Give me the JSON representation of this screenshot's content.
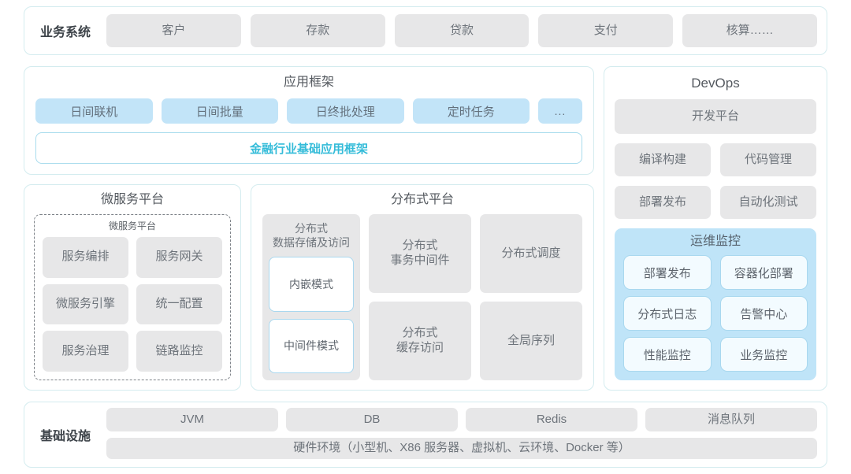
{
  "business_system": {
    "label": "业务系统",
    "items": [
      "客户",
      "存款",
      "贷款",
      "支付",
      "核算……"
    ]
  },
  "app_framework": {
    "title": "应用框架",
    "chips": [
      "日间联机",
      "日间批量",
      "日终批处理",
      "定时任务",
      "..."
    ],
    "banner": "金融行业基础应用框架"
  },
  "microservice_platform": {
    "title": "微服务平台",
    "inner_title": "微服务平台",
    "items": [
      "服务编排",
      "服务网关",
      "微服务引擎",
      "统一配置",
      "服务治理",
      "链路监控"
    ]
  },
  "distributed_platform": {
    "title": "分布式平台",
    "left_column": {
      "caption": "分布式\n数据存储及访问",
      "caption_line1": "分布式",
      "caption_line2": "数据存储及访问",
      "modes": [
        "内嵌模式",
        "中间件模式"
      ]
    },
    "grid": [
      {
        "line1": "分布式",
        "line2": "事务中间件"
      },
      {
        "line1": "分布式调度",
        "line2": ""
      },
      {
        "line1": "分布式",
        "line2": "缓存访问"
      },
      {
        "line1": "全局序列",
        "line2": ""
      }
    ]
  },
  "devops": {
    "title": "DevOps",
    "platform": "开发平台",
    "pairs": [
      "编译构建",
      "代码管理",
      "部署发布",
      "自动化测试"
    ],
    "ops_monitor": {
      "title": "运维监控",
      "items": [
        "部署发布",
        "容器化部署",
        "分布式日志",
        "告警中心",
        "性能监控",
        "业务监控"
      ]
    }
  },
  "infrastructure": {
    "label": "基础设施",
    "items": [
      "JVM",
      "DB",
      "Redis",
      "消息队列"
    ],
    "hardware": "硬件环境（小型机、X86 服务器、虚拟机、云环境、Docker 等）"
  },
  "colors": {
    "panel_border": "#d4ecef",
    "gray_chip": "#e7e7e8",
    "blue_chip": "#c2e4f8",
    "accent_cyan": "#35bcd9",
    "ops_bg": "#bfe4f8",
    "outline_blue": "#a9d8ef"
  }
}
